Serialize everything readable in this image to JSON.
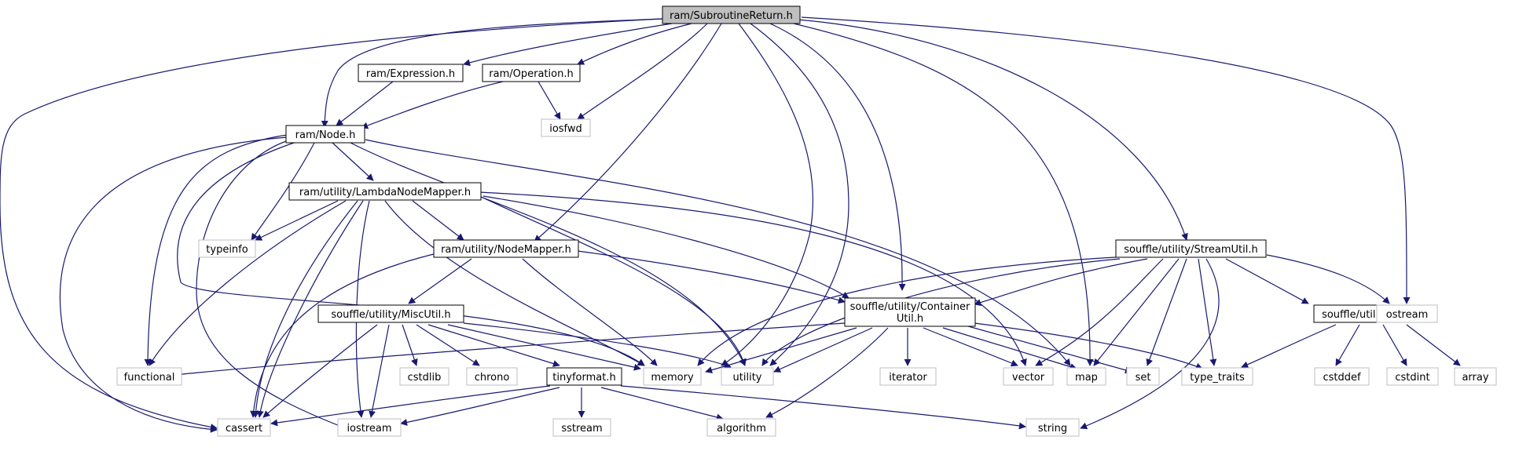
{
  "graph": {
    "nodes": {
      "root": "ram/SubroutineReturn.h",
      "expression": "ram/Expression.h",
      "operation": "ram/Operation.h",
      "iosfwd": "iosfwd",
      "node": "ram/Node.h",
      "lambda_mapper": "ram/utility/LambdaNodeMapper.h",
      "typeinfo": "typeinfo",
      "node_mapper": "ram/utility/NodeMapper.h",
      "misc_util": "souffle/utility/MiscUtil.h",
      "container_util_1": "souffle/utility/Container",
      "container_util_2": "Util.h",
      "stream_util": "souffle/utility/StreamUtil.h",
      "span": "souffle/utility/span.h",
      "ostream": "ostream",
      "functional": "functional",
      "cstdlib": "cstdlib",
      "chrono": "chrono",
      "memory": "memory",
      "utility": "utility",
      "tinyformat": "tinyformat.h",
      "iterator": "iterator",
      "vector": "vector",
      "map": "map",
      "set": "set",
      "type_traits": "type_traits",
      "cstddef": "cstddef",
      "cstdint": "cstdint",
      "array": "array",
      "cassert": "cassert",
      "iostream": "iostream",
      "sstream": "sstream",
      "algorithm": "algorithm",
      "string": "string"
    }
  },
  "colors": {
    "edge": "#191970",
    "root_fill": "#bfbfbf",
    "project_border": "#000000",
    "system_border": "#bfbfbf"
  }
}
